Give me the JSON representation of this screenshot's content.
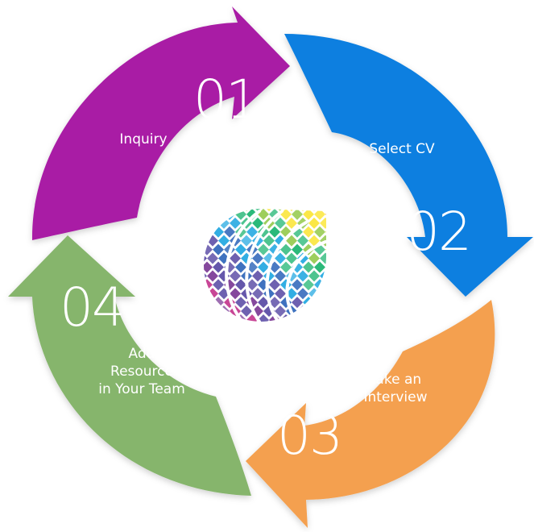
{
  "steps": [
    {
      "number": "01",
      "label_lines": [
        "Inquiry"
      ],
      "color": "#A91FA5"
    },
    {
      "number": "02",
      "label_lines": [
        "Select CV"
      ],
      "color": "#0B7FE0"
    },
    {
      "number": "03",
      "label_lines": [
        "Take an",
        "Interview"
      ],
      "color": "#F4A04F"
    },
    {
      "number": "04",
      "label_lines": [
        "Add",
        "Resource",
        "in Your Team"
      ],
      "color": "#86B56C"
    }
  ],
  "text_color": "#FFFFFF",
  "logo_colors": [
    "#E7372F",
    "#F59A23",
    "#FBE63C",
    "#8CC63F",
    "#20B573",
    "#27AAE1",
    "#2A63B8",
    "#4A3A9C",
    "#7E3E98",
    "#C2328B"
  ]
}
